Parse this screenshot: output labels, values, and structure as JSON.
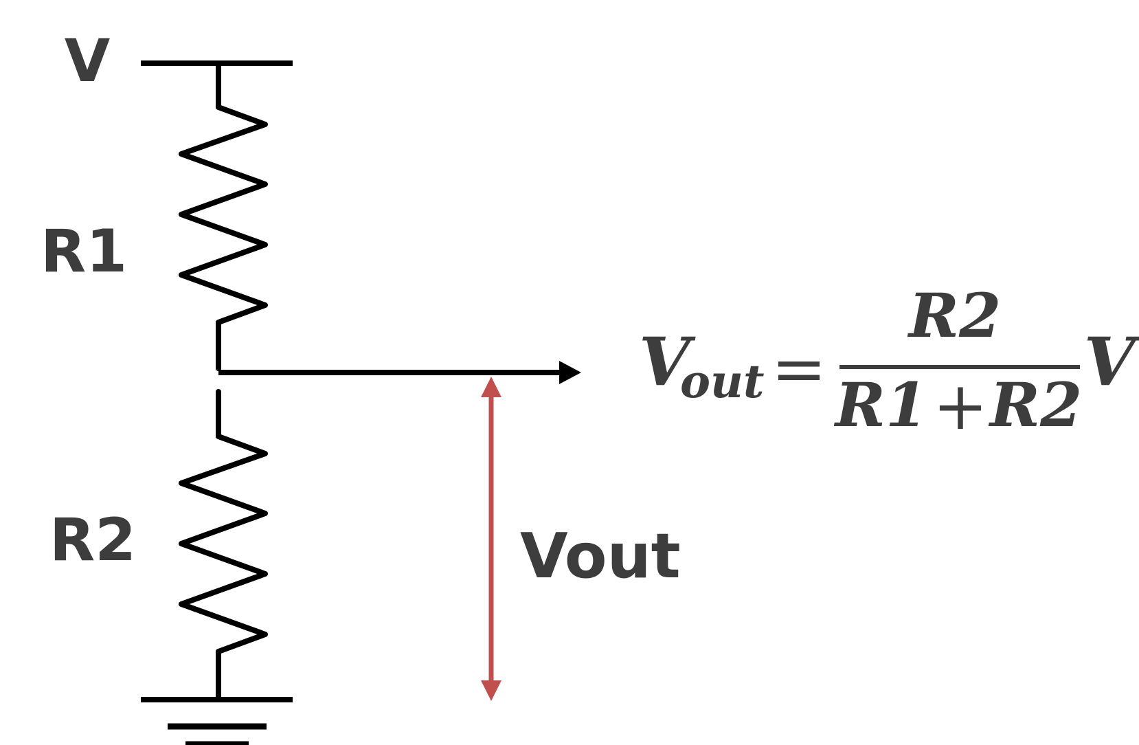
{
  "labels": {
    "supply": "V",
    "r1": "R1",
    "r2": "R2",
    "vout": "Vout"
  },
  "formula": {
    "lhs_main": "V",
    "lhs_sub": "out",
    "equals": "=",
    "numerator": "R2",
    "den_r1": "R1",
    "den_plus": "+",
    "den_r2": "R2",
    "rhs": "V"
  },
  "colors": {
    "wire": "#000000",
    "text": "#3d3d3d",
    "vout_arrow": "#c0504d"
  }
}
